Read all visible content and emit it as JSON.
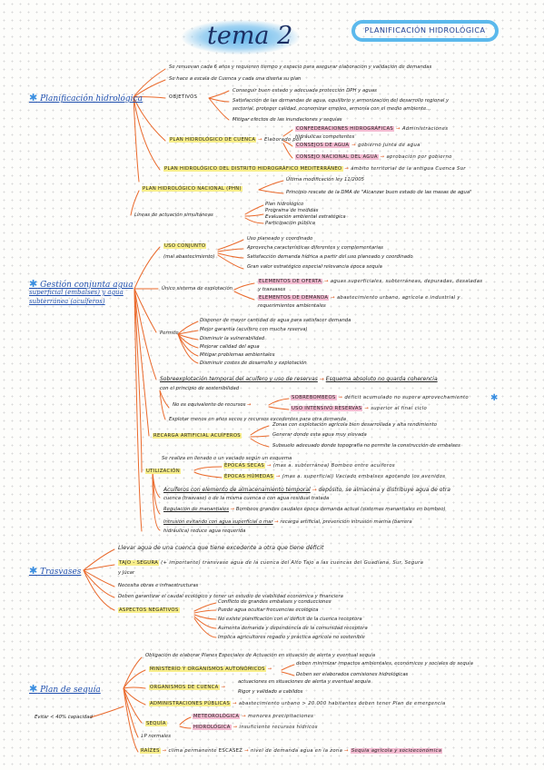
{
  "title": "tema 2",
  "badge": "PLANIFICACIÓN HIDROLÓGICA",
  "s1": {
    "heading": "Planificación hidrológica",
    "l1": "Se renuevan cada 6 años y requieren tiempo y espacio para asegurar elaboración y validación de demandas",
    "l2": "Se hace a escala de Cuenca y cada una diseña su plan",
    "objetivos": "OBJETIVOS",
    "o1": "Conseguir buen estado y adecuada protección DPH y aguas",
    "o2": "Satisfacción de las demandas de agua, equilibrio y armonización del desarrollo regional y",
    "o2b": "sectorial, proteger calidad, economizar empleo, armonía con el medio ambiente...",
    "o3": "Mitigar efectos de las inundaciones y sequías",
    "plan_cuenca": "PLAN HIDROLÓGICO DE CUENCA",
    "pc_arrow": "Elaborado por",
    "c1": "CONFEDERACIONES HIDROGRÁFICAS",
    "c1b": "Administraciones",
    "c1c": "hidráulicas competentes",
    "c2": "CONSEJOS DE AGUA",
    "c2b": "gobierno Junta de agua",
    "c3": "CONSEJO NACIONAL DEL AGUA",
    "c3b": "aprobación por gobierno",
    "plan_demarcacion": "PLAN HIDROLÓGICO DEL DISTRITO HIDROGRÁFICO MEDITERRÁNEO",
    "pd_text": "ámbito territorial de la antigua Cuenca Sur",
    "plan_nacional": "PLAN HIDROLÓGICO NACIONAL (PHN)",
    "n1": "Última modificación ley 11/2005",
    "n2": "Principio rescate de la DMA de \"Alcanzar buen estado de las masas de agua\"",
    "lineas": "Líneas de actuación simultáneas",
    "li1": "Plan hidrológico",
    "li2": "Programa de medidas",
    "li3": "Evaluación ambiental estratégica",
    "li4": "Participación pública"
  },
  "s2": {
    "heading1": "Gestión conjunta agua",
    "heading2": "superficial (embalses) y agua",
    "heading3": "subterránea (acuíferos)",
    "uso": "USO CONJUNTO",
    "uso_sub": "(mal abastecimiento)",
    "u1": "Uso planeado y coordinado",
    "u2": "Aprovecha características diferentes y complementarias",
    "u3": "Satisfacción demanda hídrica a partir del uso planeado y coordinado",
    "u4": "Gran valor estratégico especial relevancia época sequía",
    "sistema": "Único sistema de explotación",
    "e1": "ELEMENTOS DE OFERTA",
    "e1b": "aguas superficiales, subterráneas, depuradas, desaladas",
    "e1c": "y trasvases",
    "e2": "ELEMENTOS DE DEMANDA",
    "e2b": "abastecimiento urbano, agrícola e industrial y",
    "e2c": "requerimientos ambientales",
    "permite": "Permite",
    "p1": "Disponer de mayor cantidad de agua para satisfacer demanda",
    "p2": "Mejor garantía (acuífero con mucha reserva)",
    "p3": "Disminuir la vulnerabilidad",
    "p4": "Mejorar calidad del agua",
    "p5": "Mitigar problemas ambientales",
    "p6": "Disminuir costes de desarrollo y explotación",
    "sobre": "Sobreexplotación temporal del acuífero y uso de reservas",
    "sobre_b": "Esquema absoluto no guarda coherencia",
    "sobre_c": "con el principio de sostenibilidad",
    "noequi": "No es equivalente de recursos",
    "sob1": "SOBREBOMBEOS",
    "sob1b": "déficit acumulado no supera aprovechamiento",
    "sob2": "USO INTENSIVO RESERVAS",
    "sob2b": "superior al final ciclo",
    "explota": "Explotar menos en años secos y recursos excedentes para otra demanda",
    "recarga": "RECARGA ARTIFICIAL ACUÍFEROS",
    "r1": "Zonas con explotación agrícola bien desarrollada y alta rendimiento",
    "r2": "Generar donde esta agua muy elevada",
    "r3": "Subsuelo adecuado donde topografía no permite la construcción de embalses",
    "realiza": "Se realiza en llenado o un vaciado según un esquema",
    "utiliz": "UTILIZACIÓN",
    "ut1": "ÉPOCAS SECAS",
    "ut1b": "(mas a. subterránea) Bombeo entre acuíferos",
    "ut2": "ÉPOCAS HÚMEDAS",
    "ut2b": "(mas a. superficial) Vaciado embalses agotando los avenidos",
    "acu1": "Acuíferos con elemento de almacenamiento temporal",
    "acu1b": "depósito, se almacena y distribuye agua de otra",
    "acu1c": "cuenca (trasvase) o de la misma cuenca o con agua residual tratada",
    "acu2": "Regulación de manantiales",
    "acu2b": "Bombeos grandes caudales época demanda actual (sistemas manantiales en bombeo)",
    "acu3": "Intrusión evitando con agua superficial o mar",
    "acu3b": "recarga artificial, prevención intrusión marina (barrera",
    "acu3c": "hidráulica) reduce agua requerida"
  },
  "s3": {
    "heading": "Trasvases",
    "l1": "Llevar agua de una cuenca que tiene excedente a otra que tiene déficit",
    "tajo": "TAJO - SEGURA",
    "tajo_b": "(+ importante) transvase agua de la cuenca del Alto Tajo a las cuencas del Guadiana, Sur, Segura",
    "tajo_c": "y Júcar",
    "l3": "Necesita obras e infraestructuras",
    "l4": "Deben garantizar el caudal ecológico y tener un estudio de viabilidad económica y financiera",
    "negativos": "ASPECTOS NEGATIVOS",
    "n1": "Conflicto de grandes embalses y conducciones",
    "n2": "Puede agua ocultar frecuencias ecológica",
    "n3": "No existe planificación con el déficit de la cuenca receptora",
    "n4": "Aumenta demanda y dependencia de la comunidad receptora",
    "n5": "Implica agricultores regadío y práctica agrícola no sostenible"
  },
  "s4": {
    "heading": "Plan de sequía",
    "left": "Evitar < 40% capacidad",
    "l1": "Obligación de elaborar Planes Especiales de Actuación en situación de alerta y eventual sequía",
    "min": "MINISTERIO Y ORGANISMOS AUTONÓMICOS",
    "min_b": "deben minimizar impactos ambientales, económicos y sociales de sequía",
    "min_c": "Deben ser elaborados comisiones hidrológicas",
    "org": "ORGANISMOS DE CUENCA",
    "org_b": "actuaciones en situaciones de alerta y eventual sequía",
    "org_c": "Rigor y validado a cabildos",
    "adm": "ADMINISTRACIONES PÚBLICAS",
    "adm_b": "abastecimiento urbano > 20.000 habitantes deben tener Plan de emergencia",
    "sequia": "SEQUÍA",
    "seq1": "METEOROLÓGICA",
    "seq1b": "menores precipitaciones",
    "seq2": "HIDROLÓGICA",
    "seq2b": "insuficiente recursos hídricos",
    "np": "↓P normales",
    "raiz": "RAÍZES",
    "raiz_b": "clima permanente",
    "raiz_c": "ESCASEZ",
    "raiz_d": "nivel de demanda agua en la zona",
    "raiz_e": "Sequía agrícola y socioeconómica"
  }
}
